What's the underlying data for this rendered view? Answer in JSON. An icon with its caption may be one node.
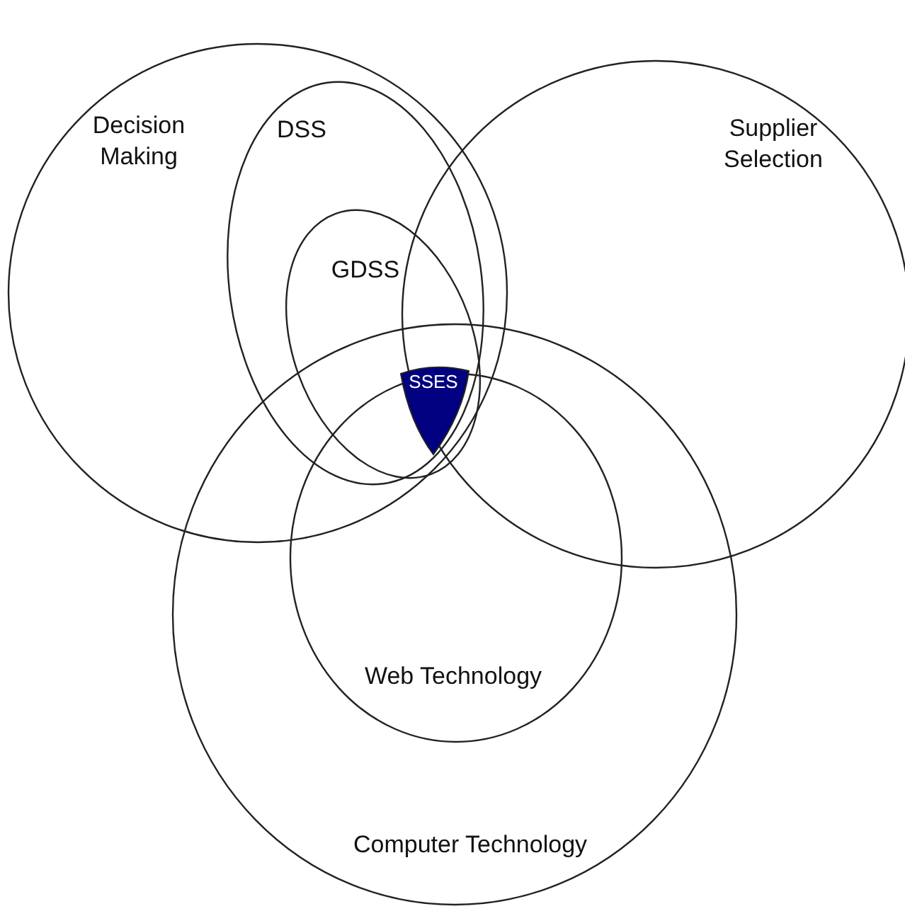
{
  "diagram": {
    "nodes": [
      {
        "text": [
          "Decision Making"
        ]
      },
      {
        "text": [
          "DSS"
        ],
        "in": 0
      },
      {
        "text": [
          "GDSS"
        ],
        "in": 1
      },
      {
        "text": [
          "Supplier Selection"
        ]
      },
      {
        "text": [
          "Computer Technology"
        ]
      },
      {
        "text": [
          "Web Technology"
        ],
        "in": 4
      },
      {
        "text": [
          "SSES"
        ]
      }
    ],
    "edges": []
  }
}
